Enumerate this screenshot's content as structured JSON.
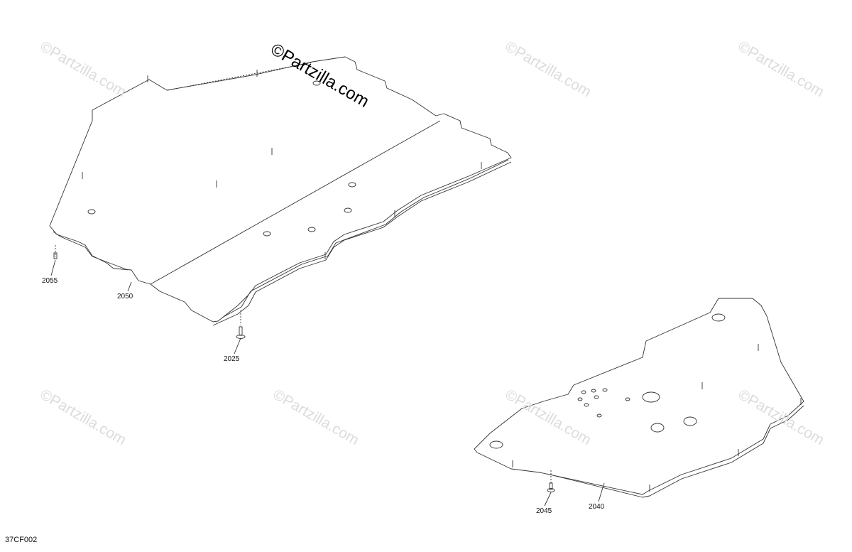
{
  "watermark": {
    "brand": "©Partzilla.com",
    "faint": "©Partzilla.com"
  },
  "callouts": {
    "c2055": "2055",
    "c2050": "2050",
    "c2025": "2025",
    "c2040": "2040",
    "c2045": "2045"
  },
  "figure_code": "37CF002",
  "colors": {
    "line": "#333333",
    "watermark": "#dcdcdc",
    "background": "#ffffff"
  }
}
